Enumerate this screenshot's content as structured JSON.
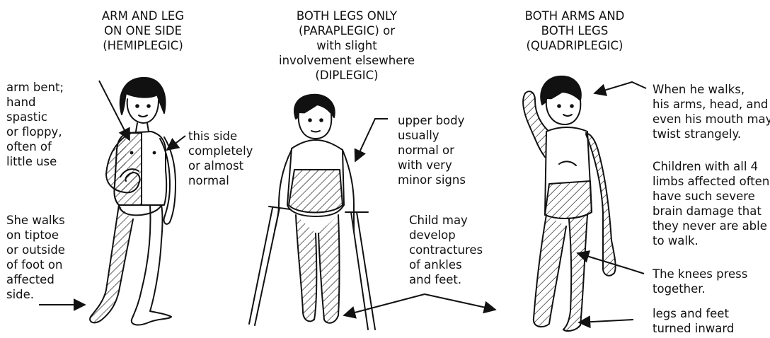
{
  "headings": {
    "hemiplegic": "ARM AND LEG\nON ONE SIDE\n(HEMIPLEGIC)",
    "diplegic": "BOTH LEGS ONLY\n(PARAPLEGIC) or\nwith slight\ninvolvement elsewhere\n(DIPLEGIC)",
    "quadriplegic": "BOTH ARMS AND\nBOTH LEGS\n(QUADRIPLEGIC)"
  },
  "annotations": {
    "arm_bent": "arm bent;\nhand\nspastic\nor floppy,\noften of\nlittle use",
    "this_side": "this side\ncompletely\nor almost\nnormal",
    "she_walks": "She walks\non tiptoe\nor outside\nof foot on\naffected\nside.",
    "upper_body": "upper body\nusually\nnormal or\nwith very\nminor signs",
    "contractures": "Child may\ndevelop\ncontractures\nof ankles\nand feet.",
    "when_he_walks": "When he walks,\nhis arms, head, and\neven his mouth may\ntwist strangely.",
    "all_4_limbs": "Children with all 4\nlimbs affected often\nhave such severe\nbrain damage that\nthey never are able\nto walk.",
    "knees_press": "The knees press\ntogether.",
    "legs_feet": "legs and feet\nturned inward"
  },
  "colors": {
    "ink": "#111111",
    "background": "#ffffff"
  },
  "figures": [
    "hemiplegic-girl",
    "diplegic-child-with-crutches",
    "quadriplegic-boy"
  ]
}
